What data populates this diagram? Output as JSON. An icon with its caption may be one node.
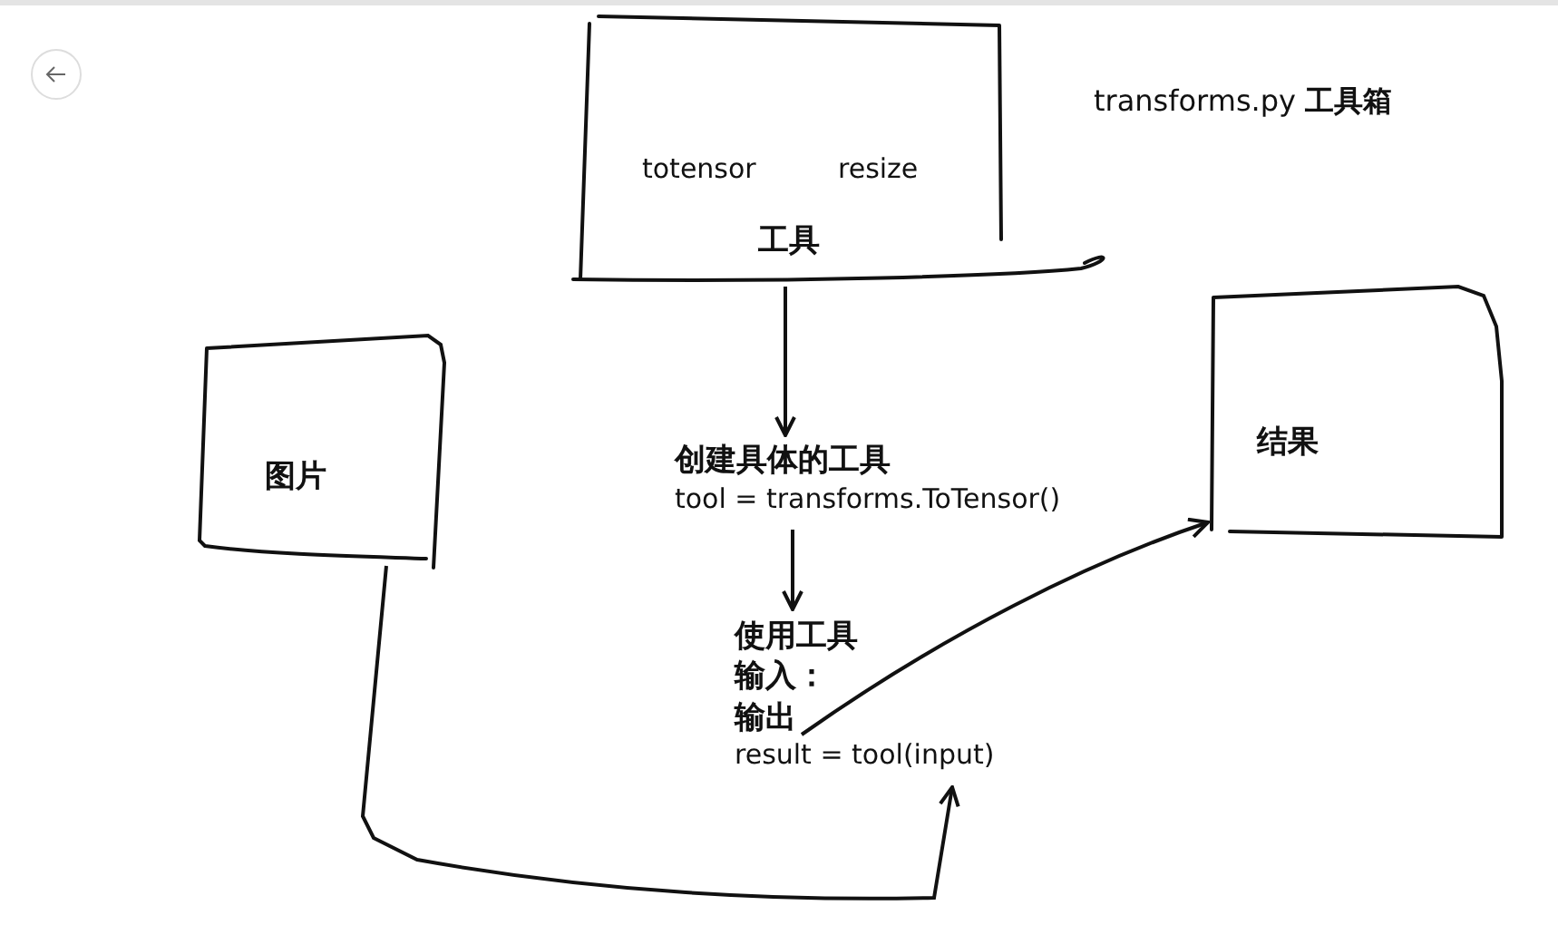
{
  "diagram": {
    "nodes": [
      {
        "text": [
          "totensor",
          "resize",
          "工具"
        ]
      },
      {
        "text": [
          "图片"
        ]
      },
      {
        "text": [
          "结果"
        ]
      },
      {
        "text": [
          "创建具体的工具",
          "tool = transforms.ToTensor()"
        ]
      },
      {
        "text": [
          "使用工具",
          "输入：",
          "输出",
          "result = tool(input)"
        ]
      }
    ],
    "edges": [
      {
        "from": 0,
        "to": 3,
        "arrow": "to"
      },
      {
        "from": 3,
        "to": 4,
        "arrow": "to"
      },
      {
        "from": 1,
        "to": 4,
        "arrow": "to"
      },
      {
        "from": 4,
        "to": 2,
        "arrow": "to"
      }
    ],
    "labels": [
      "transforms.py **工具箱**"
    ]
  }
}
